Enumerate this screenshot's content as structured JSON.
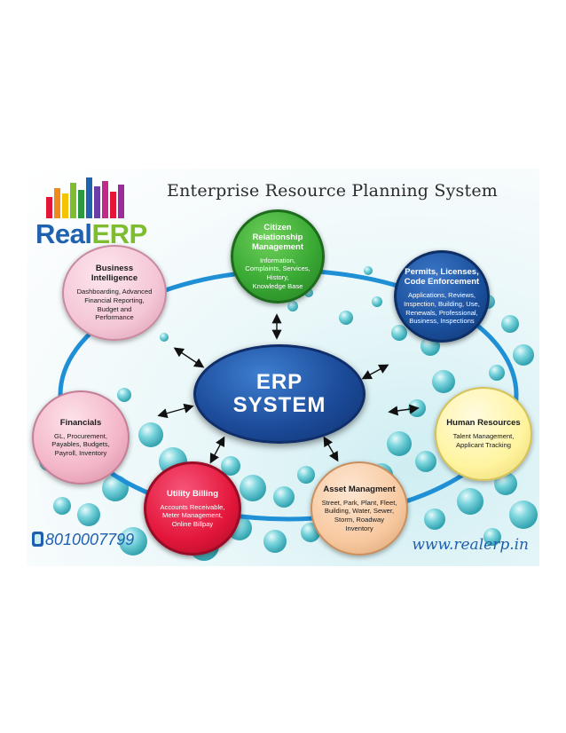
{
  "title": "Enterprise Resource Planning System",
  "logo": {
    "part1": "Real",
    "part2": "ERP"
  },
  "hub": {
    "line1": "ERP",
    "line2": "SYSTEM"
  },
  "nodes": {
    "crm": {
      "title_lines": [
        "Citizen",
        "Relationship",
        "Management"
      ],
      "desc_lines": [
        "Information,",
        "Complaints, Services,",
        "History,",
        "Knowledge Base"
      ]
    },
    "bi": {
      "title_lines": [
        "Business",
        "Intelligence"
      ],
      "desc_lines": [
        "Dashboarding, Advanced",
        "Financial Reporting,",
        "Budget and",
        "Performance"
      ]
    },
    "permits": {
      "title_lines": [
        "Permits, Licenses,",
        "Code Enforcement"
      ],
      "desc_lines": [
        "Applications, Reviews,",
        "Inspection, Building, Use,",
        "Renewals, Professional,",
        "Business, Inspections"
      ]
    },
    "financials": {
      "title_lines": [
        "Financials"
      ],
      "desc_lines": [
        "GL, Procurement,",
        "Payables, Budgets,",
        "Payroll, Inventory"
      ]
    },
    "hr": {
      "title_lines": [
        "Human Resources"
      ],
      "desc_lines": [
        "Talent Management,",
        "Applicant Tracking"
      ]
    },
    "utility": {
      "title_lines": [
        "Utility Billing"
      ],
      "desc_lines": [
        "Accounts Receivable,",
        "Meter Management,",
        "Online Billpay"
      ]
    },
    "asset": {
      "title_lines": [
        "Asset Managment"
      ],
      "desc_lines": [
        "Street, Park, Plant, Fleet,",
        "Building, Water, Sewer,",
        "Storm, Roadway",
        "Inventory"
      ]
    }
  },
  "contact": {
    "phone": "8010007799",
    "website": "www.realerp.in"
  },
  "colors": {
    "crm": "#3aaa35",
    "bi": "#f4c6d6",
    "permits": "#1a4f9c",
    "financials": "#f3b5c8",
    "hr": "#fff4a0",
    "utility": "#e3163a",
    "asset": "#f8c9a0",
    "hub": "#1c4c9b",
    "ring": "#1f8fd6"
  }
}
